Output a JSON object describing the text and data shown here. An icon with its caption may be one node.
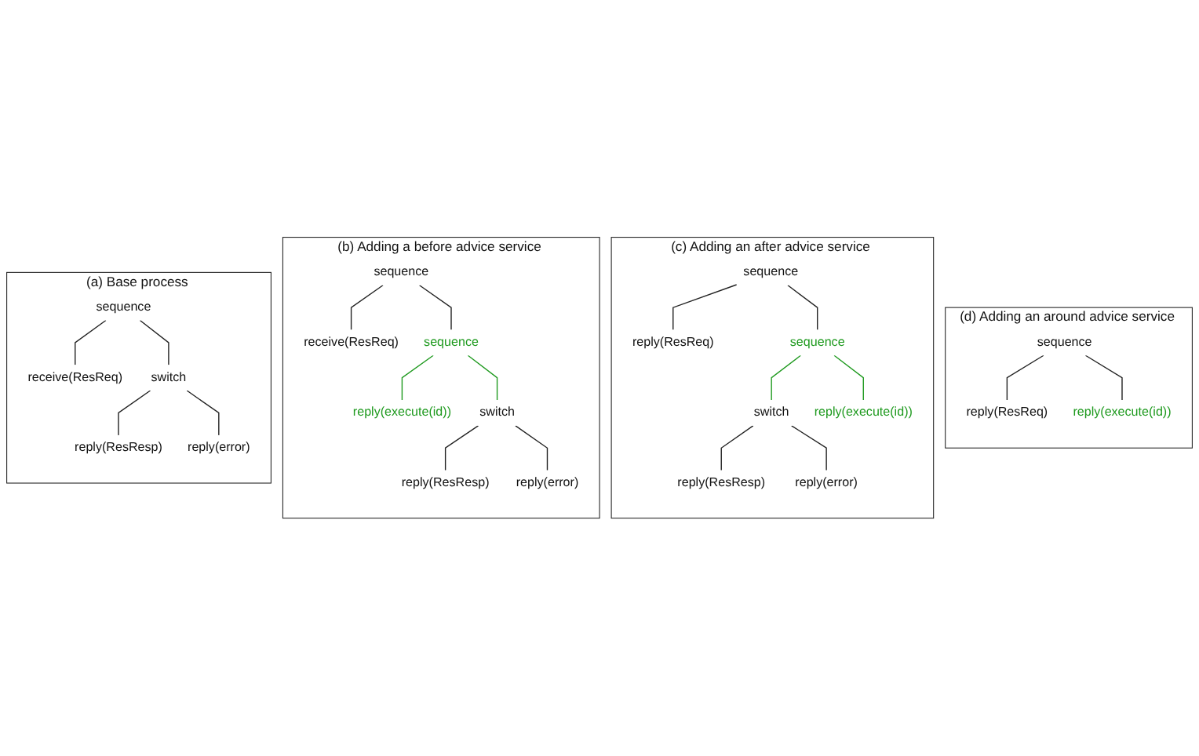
{
  "diagram": {
    "nodes": [
      {
        "text": [
          "(a) Base process"
        ]
      },
      {
        "text": [
          "sequence"
        ],
        "in": 0
      },
      {
        "text": [
          "receive(ResReq)"
        ],
        "in": 0
      },
      {
        "text": [
          "switch"
        ],
        "in": 0
      },
      {
        "text": [
          "reply(ResResp)"
        ],
        "in": 0
      },
      {
        "text": [
          "reply(error)"
        ],
        "in": 0
      },
      {
        "text": [
          "(b) Adding a before advice service"
        ]
      },
      {
        "text": [
          "sequence"
        ],
        "in": 6
      },
      {
        "text": [
          "receive(ResReq)"
        ],
        "in": 6
      },
      {
        "text": [
          "sequence"
        ],
        "in": 6
      },
      {
        "text": [
          "reply(execute(id))"
        ],
        "in": 6
      },
      {
        "text": [
          "switch"
        ],
        "in": 6
      },
      {
        "text": [
          "reply(ResResp)"
        ],
        "in": 6
      },
      {
        "text": [
          "reply(error)"
        ],
        "in": 6
      },
      {
        "text": [
          "(c) Adding an after advice service"
        ]
      },
      {
        "text": [
          "sequence"
        ],
        "in": 14
      },
      {
        "text": [
          "reply(ResReq)"
        ],
        "in": 14
      },
      {
        "text": [
          "sequence"
        ],
        "in": 14
      },
      {
        "text": [
          "switch"
        ],
        "in": 14
      },
      {
        "text": [
          "reply(execute(id))"
        ],
        "in": 14
      },
      {
        "text": [
          "reply(ResResp)"
        ],
        "in": 14
      },
      {
        "text": [
          "reply(error)"
        ],
        "in": 14
      },
      {
        "text": [
          "(d) Adding an around advice service"
        ]
      },
      {
        "text": [
          "sequence"
        ],
        "in": 22
      },
      {
        "text": [
          "reply(ResReq)"
        ],
        "in": 22
      },
      {
        "text": [
          "reply(execute(id))"
        ],
        "in": 22
      }
    ],
    "edges": [
      {
        "from": 1,
        "to": 2,
        "arrow": "none"
      },
      {
        "from": 1,
        "to": 3,
        "arrow": "none"
      },
      {
        "from": 3,
        "to": 4,
        "arrow": "none"
      },
      {
        "from": 3,
        "to": 5,
        "arrow": "none"
      },
      {
        "from": 7,
        "to": 8,
        "arrow": "none"
      },
      {
        "from": 7,
        "to": 9,
        "arrow": "none"
      },
      {
        "from": 9,
        "to": 10,
        "arrow": "none",
        "color": "#1f9a1f"
      },
      {
        "from": 9,
        "to": 11,
        "arrow": "none",
        "color": "#1f9a1f"
      },
      {
        "from": 11,
        "to": 12,
        "arrow": "none"
      },
      {
        "from": 11,
        "to": 13,
        "arrow": "none"
      },
      {
        "from": 15,
        "to": 16,
        "arrow": "none"
      },
      {
        "from": 15,
        "to": 17,
        "arrow": "none"
      },
      {
        "from": 17,
        "to": 18,
        "arrow": "none",
        "color": "#1f9a1f"
      },
      {
        "from": 17,
        "to": 19,
        "arrow": "none",
        "color": "#1f9a1f"
      },
      {
        "from": 18,
        "to": 20,
        "arrow": "none"
      },
      {
        "from": 18,
        "to": 21,
        "arrow": "none"
      },
      {
        "from": 23,
        "to": 24,
        "arrow": "none"
      },
      {
        "from": 23,
        "to": 25,
        "arrow": "none"
      }
    ]
  }
}
